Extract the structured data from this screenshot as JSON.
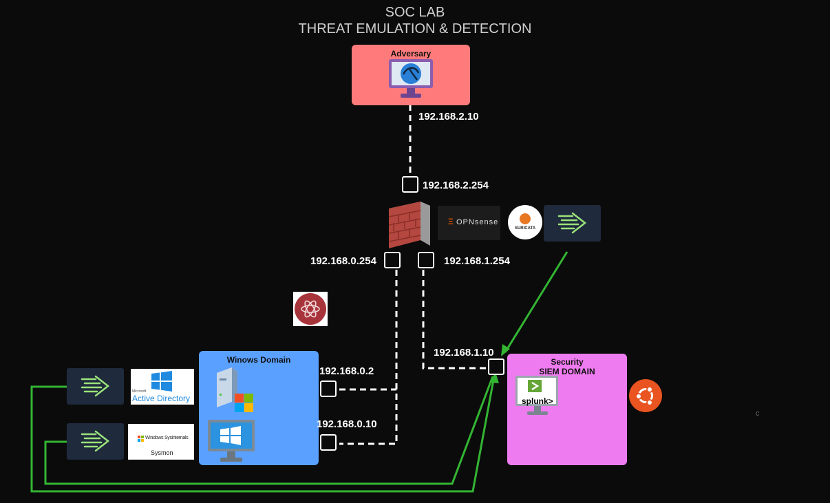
{
  "title": {
    "line1": "SOC LAB",
    "line2": "THREAT EMULATION & DETECTION"
  },
  "adversary": {
    "label": "Adversary",
    "color": "#ff7b7b"
  },
  "windows_domain": {
    "label": "Winows Domain",
    "color": "#5aa0ff"
  },
  "security": {
    "label_line1": "Security",
    "label_line2": "SIEM DOMAIN",
    "color": "#ee7bef"
  },
  "ips": {
    "adversary": "192.168.2.10",
    "fw_wan": "192.168.2.254",
    "fw_lan0": "192.168.0.254",
    "fw_lan1": "192.168.1.254",
    "siem": "192.168.1.10",
    "dc": "192.168.0.2",
    "client": "192.168.0.10"
  },
  "logos": {
    "opnsense": "OPNsense",
    "suricata": "SURICATA",
    "active_directory": "Active Directory",
    "ad_small": "Microsoft",
    "sysinternals": "Windows Sysinternals",
    "sysmon": "Sysmon",
    "splunk": "splunk>"
  },
  "stray_char": "c",
  "colors": {
    "green": "#33b533",
    "dashed": "#ffffff",
    "navy": "#1f2a3d"
  }
}
